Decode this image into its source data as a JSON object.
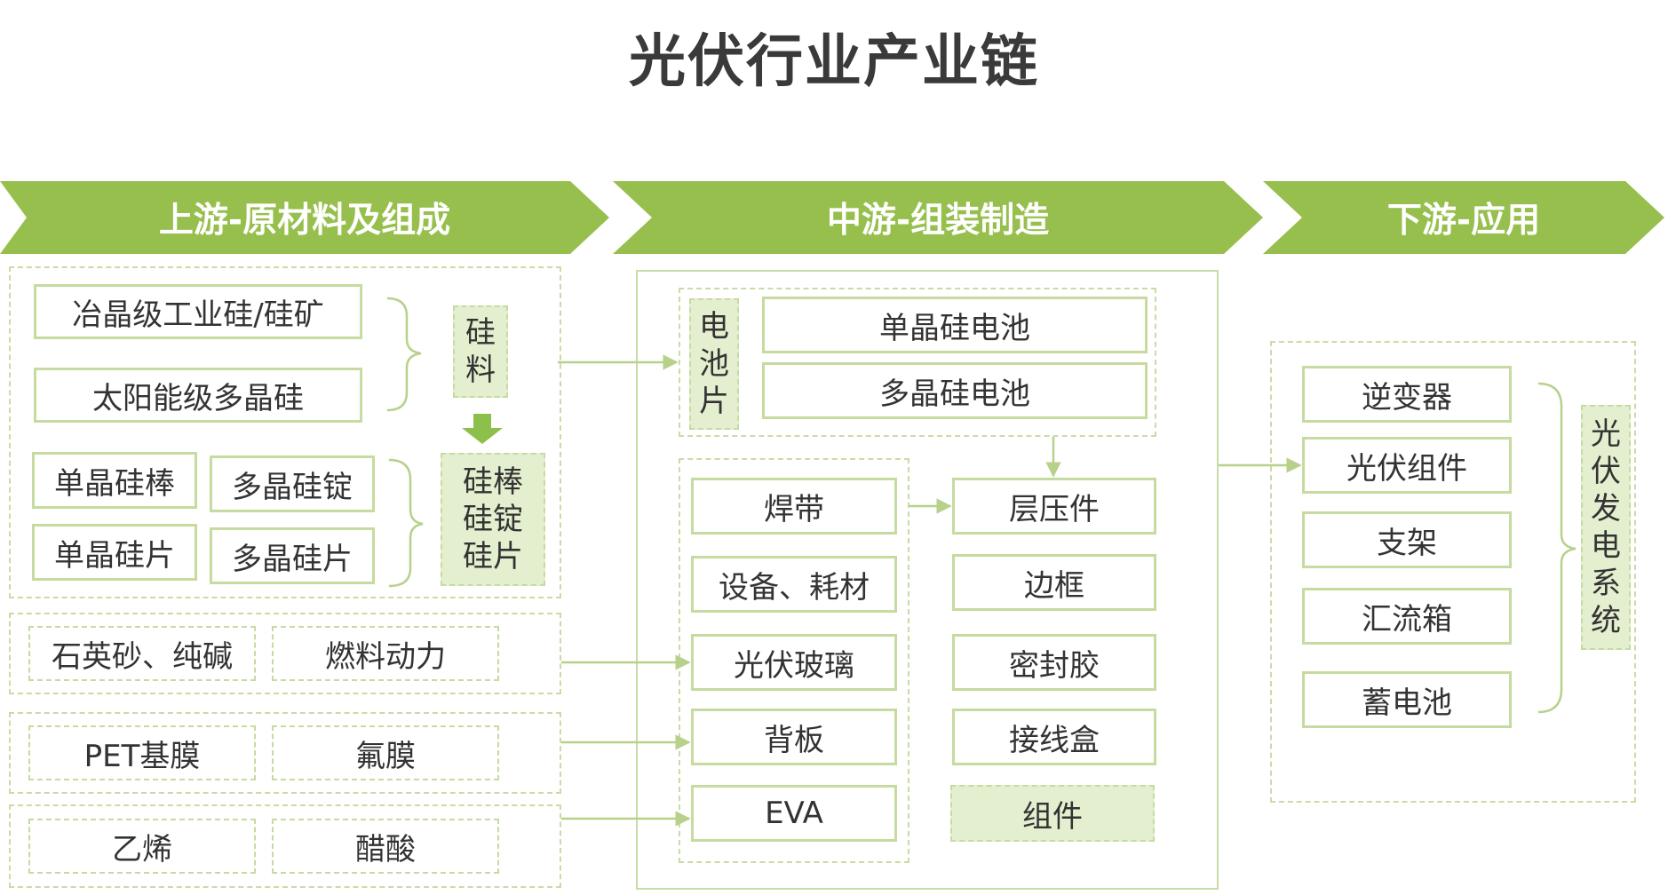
{
  "title": "光伏行业产业链",
  "stages": {
    "upstream": "上游-原材料及组成",
    "midstream": "中游-组装制造",
    "downstream": "下游-应用"
  },
  "upstream": {
    "raw": [
      "冶晶级工业硅/硅矿",
      "太阳能级多晶硅"
    ],
    "silicon_label": "硅\n料",
    "ingots": [
      "单晶硅棒",
      "多晶硅锭",
      "单晶硅片",
      "多晶硅片"
    ],
    "ingot_label": "硅棒\n硅锭\n硅片",
    "row_quartz": [
      "石英砂、纯碱",
      "燃料动力"
    ],
    "row_film": [
      "PET基膜",
      "氟膜"
    ],
    "row_chem": [
      "乙烯",
      "醋酸"
    ]
  },
  "midstream": {
    "cell_label": "电\n池\n片",
    "cells": [
      "单晶硅电池",
      "多晶硅电池"
    ],
    "materials": [
      "焊带",
      "设备、耗材",
      "光伏玻璃",
      "背板",
      "EVA"
    ],
    "parts": [
      "层压件",
      "边框",
      "密封胶",
      "接线盒",
      "组件"
    ]
  },
  "downstream": {
    "items": [
      "逆变器",
      "光伏组件",
      "支架",
      "汇流箱",
      "蓄电池"
    ],
    "system_label": "光\n伏\n发\n电\n系\n统"
  },
  "colors": {
    "banner": "#97bf4d",
    "box_border": "#c5db9f",
    "fill": "#e4efcf",
    "line": "#b7d18a",
    "arrow_down": "#8cc04a"
  }
}
